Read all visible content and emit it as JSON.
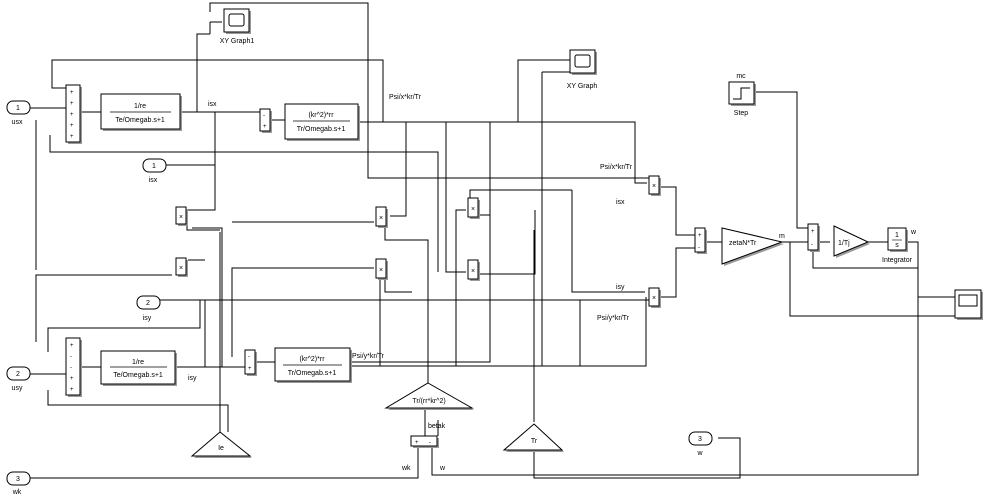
{
  "blocks": {
    "xygraph1": "XY Graph1",
    "xygraph": "XY Graph",
    "step_icon": "mc",
    "step": "Step",
    "tf_isx_num": "1/re",
    "tf_isx_den": "Te/Omegab.s+1",
    "tf_isy_num": "1/re",
    "tf_isy_den": "Te/Omegab.s+1",
    "tf_psix_num": "(kr^2)*rr",
    "tf_psix_den": "Tr/Omegab.s+1",
    "tf_psiy_num": "(kr^2)*rr",
    "tf_psiy_den": "Tr/Omegab.s+1",
    "gain_torque": "zetaN*Tr",
    "gain_inertia": "1/Tj",
    "gain_coupling": "Tr/(rr*kr^2)",
    "gain_ie": "Ie",
    "gain_tr": "Tr",
    "integrator_num": "1",
    "integrator_den": "s",
    "integrator": "Integrator"
  },
  "ports": {
    "in1_num": "1",
    "in1": "usx",
    "in2_num": "2",
    "in2": "usy",
    "in3_num": "3",
    "in3": "wk",
    "out1_num": "1",
    "out1": "isx",
    "out2_num": "2",
    "out2": "isy",
    "out3_num": "3",
    "out3": "w"
  },
  "signals": {
    "isx": "isx",
    "isy": "isy",
    "psix_top": "Psi/x*kr/Tr",
    "psix_mid": "Psi/x*kr/Tr",
    "psiy_low": "Psi/y*kr/Tr",
    "psiy_bottom": "Psi/y*kr/Tr",
    "isx_right": "isx",
    "isy_right": "isy",
    "m": "m",
    "w": "w",
    "betak": "betak",
    "wk_sum": "wk",
    "w_sum": "w"
  },
  "sum_signs": {
    "s_isx": [
      "+",
      "+",
      "+",
      "+",
      "+"
    ],
    "s_isy": [
      "+",
      "-",
      "-",
      "+",
      "+"
    ],
    "s_psix": [
      "-",
      "+"
    ],
    "s_psiy": [
      "-",
      "+"
    ],
    "s_te": [
      "+",
      "-"
    ],
    "s_acc": [
      "+",
      "-"
    ],
    "s_wk": [
      "+",
      "-"
    ]
  }
}
